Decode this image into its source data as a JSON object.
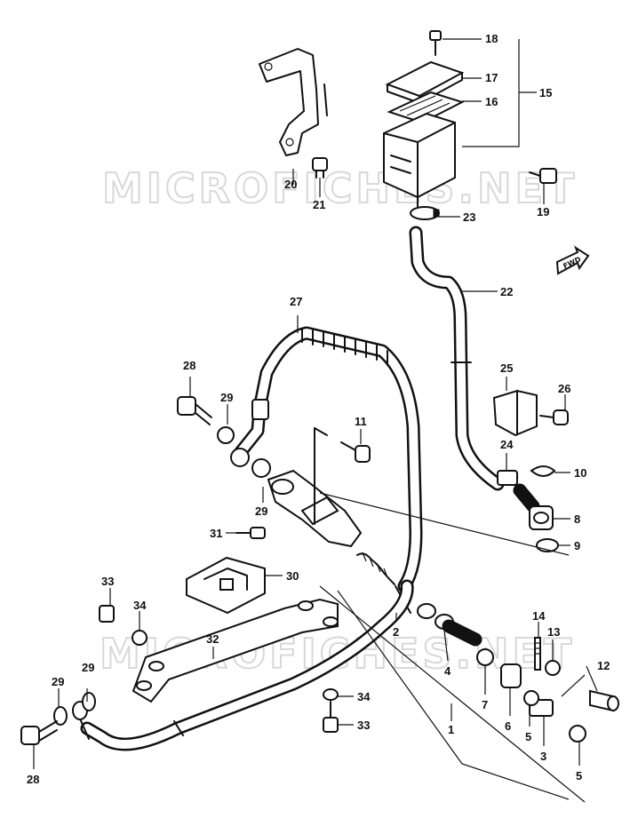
{
  "watermark": "MICROFICHES.NET",
  "fwd_label": "FWD",
  "callouts": [
    "18",
    "17",
    "16",
    "15",
    "20",
    "21",
    "19",
    "23",
    "22",
    "27",
    "28",
    "29",
    "29",
    "11",
    "25",
    "26",
    "24",
    "10",
    "8",
    "9",
    "31",
    "30",
    "33",
    "34",
    "32",
    "2",
    "14",
    "13",
    "12",
    "4",
    "7",
    "6",
    "5",
    "3",
    "1",
    "5",
    "29",
    "29",
    "28",
    "34",
    "33"
  ]
}
